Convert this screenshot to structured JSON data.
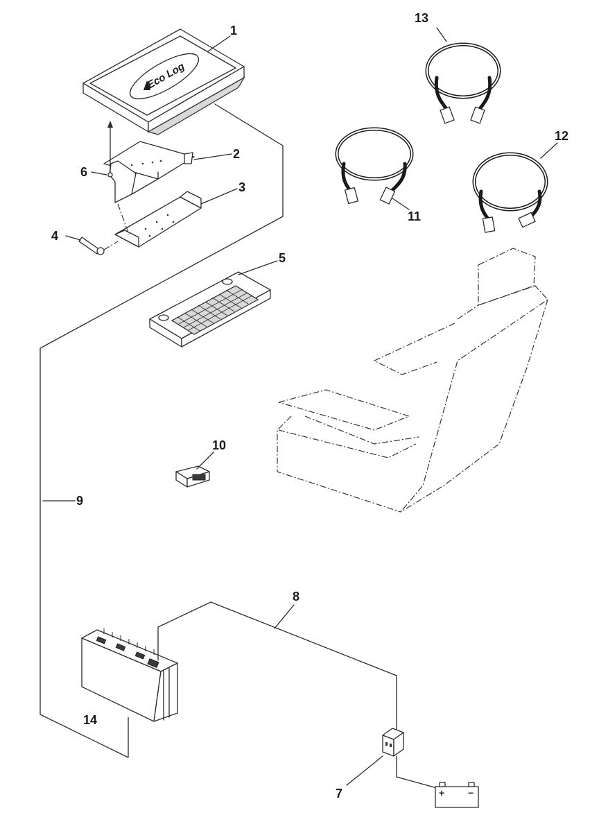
{
  "diagram": {
    "labels": {
      "display": "1",
      "bracket_upper": "2",
      "bracket_lower": "3",
      "bolt": "4",
      "keyboard": "5",
      "screw": "6",
      "relay": "7",
      "power_cable": "8",
      "main_cable": "9",
      "connector": "10",
      "cable_a": "11",
      "cable_b": "12",
      "cable_c": "13",
      "computer_unit": "14"
    },
    "display_logo": "Eco Log",
    "battery": {
      "plus": "+",
      "minus": "−"
    }
  }
}
